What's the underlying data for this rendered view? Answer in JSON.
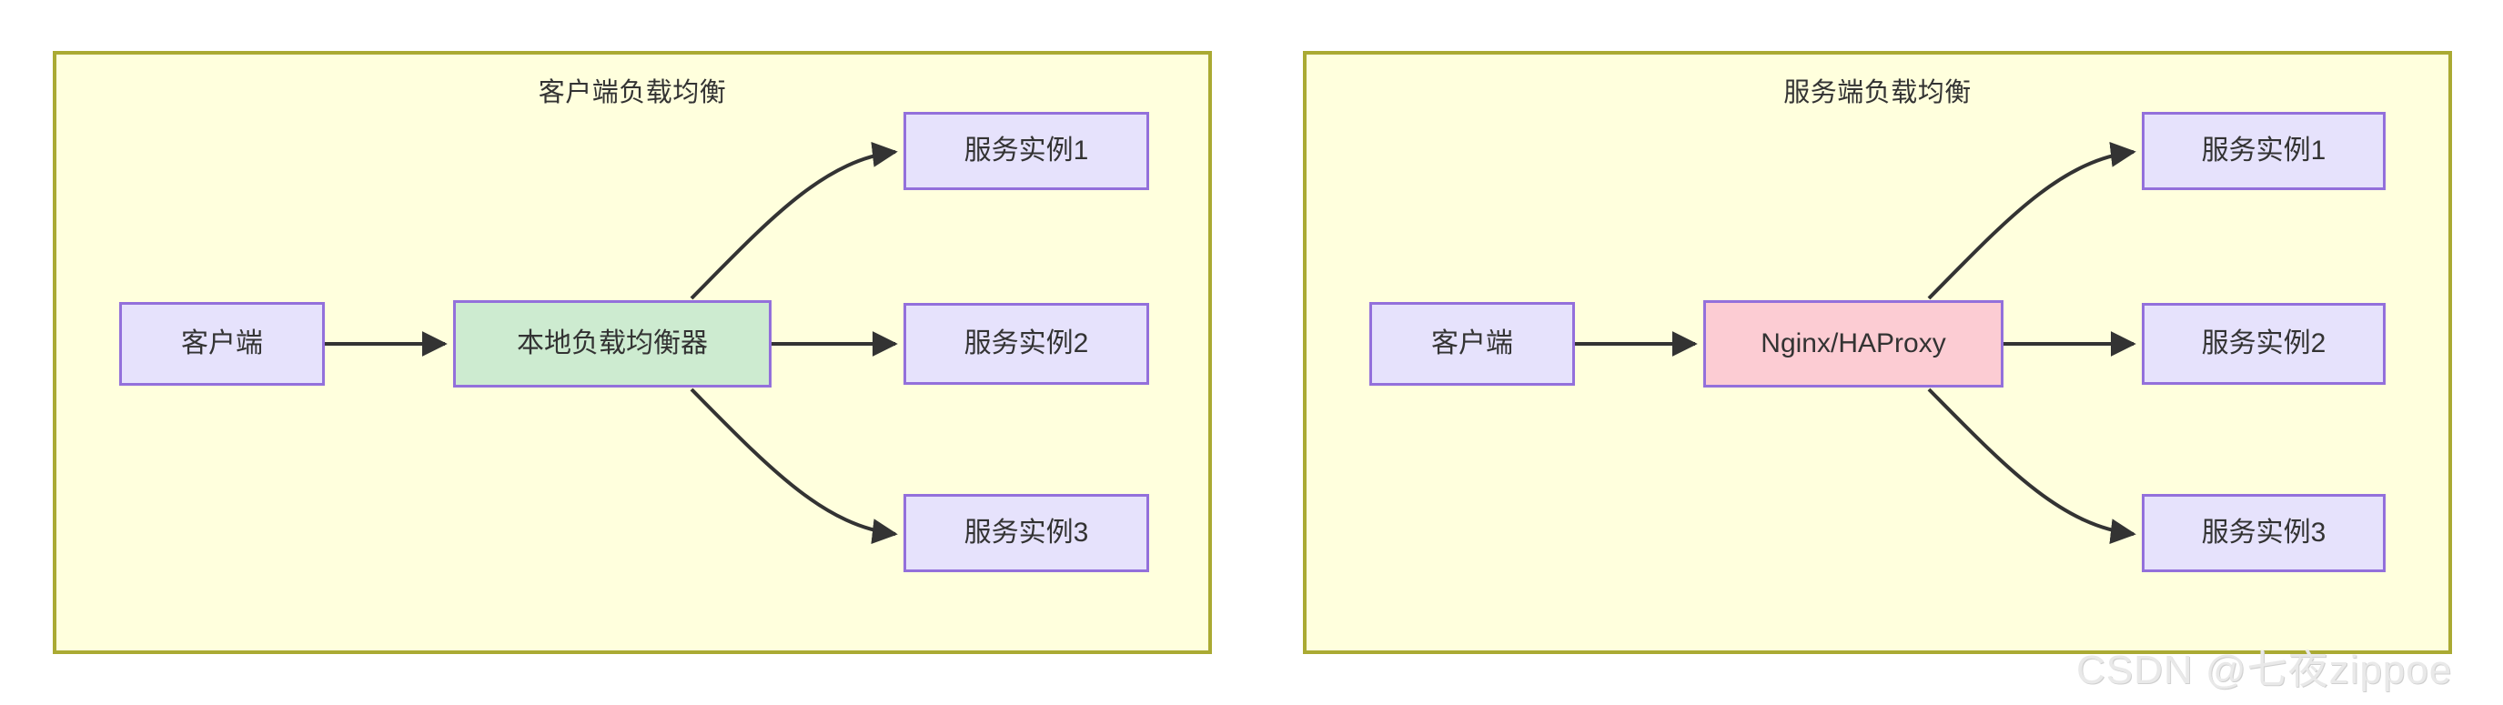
{
  "diagram": {
    "type": "flow-comparison",
    "background": "#ffffff",
    "colors": {
      "panel_fill": "#ffffdd",
      "panel_border": "#aaaa33",
      "node_border": "#9370db",
      "node_lavender": "#e6e2fc",
      "node_green": "#cdebd0",
      "node_pink": "#fcccd3",
      "edge": "#333333",
      "text": "#333333",
      "watermark": "#e9e9e9"
    },
    "panels": [
      {
        "id": "client-side",
        "title": "客户端负载均衡",
        "nodes": [
          {
            "id": "client-left",
            "label": "客户端",
            "style": "lavender"
          },
          {
            "id": "local-lb",
            "label": "本地负载均衡器",
            "style": "green"
          },
          {
            "id": "instance-1-l",
            "label": "服务实例1",
            "style": "lavender"
          },
          {
            "id": "instance-2-l",
            "label": "服务实例2",
            "style": "lavender"
          },
          {
            "id": "instance-3-l",
            "label": "服务实例3",
            "style": "lavender"
          }
        ],
        "edges": [
          {
            "from": "client-left",
            "to": "local-lb",
            "shape": "straight"
          },
          {
            "from": "local-lb",
            "to": "instance-1-l",
            "shape": "curve-up"
          },
          {
            "from": "local-lb",
            "to": "instance-2-l",
            "shape": "straight"
          },
          {
            "from": "local-lb",
            "to": "instance-3-l",
            "shape": "curve-down"
          }
        ]
      },
      {
        "id": "server-side",
        "title": "服务端负载均衡",
        "nodes": [
          {
            "id": "client-right",
            "label": "客户端",
            "style": "lavender"
          },
          {
            "id": "proxy",
            "label": "Nginx/HAProxy",
            "style": "pink"
          },
          {
            "id": "instance-1-r",
            "label": "服务实例1",
            "style": "lavender"
          },
          {
            "id": "instance-2-r",
            "label": "服务实例2",
            "style": "lavender"
          },
          {
            "id": "instance-3-r",
            "label": "服务实例3",
            "style": "lavender"
          }
        ],
        "edges": [
          {
            "from": "client-right",
            "to": "proxy",
            "shape": "straight"
          },
          {
            "from": "proxy",
            "to": "instance-1-r",
            "shape": "curve-up"
          },
          {
            "from": "proxy",
            "to": "instance-2-r",
            "shape": "straight"
          },
          {
            "from": "proxy",
            "to": "instance-3-r",
            "shape": "curve-down"
          }
        ]
      }
    ],
    "watermark": "CSDN @七夜zippoe"
  }
}
